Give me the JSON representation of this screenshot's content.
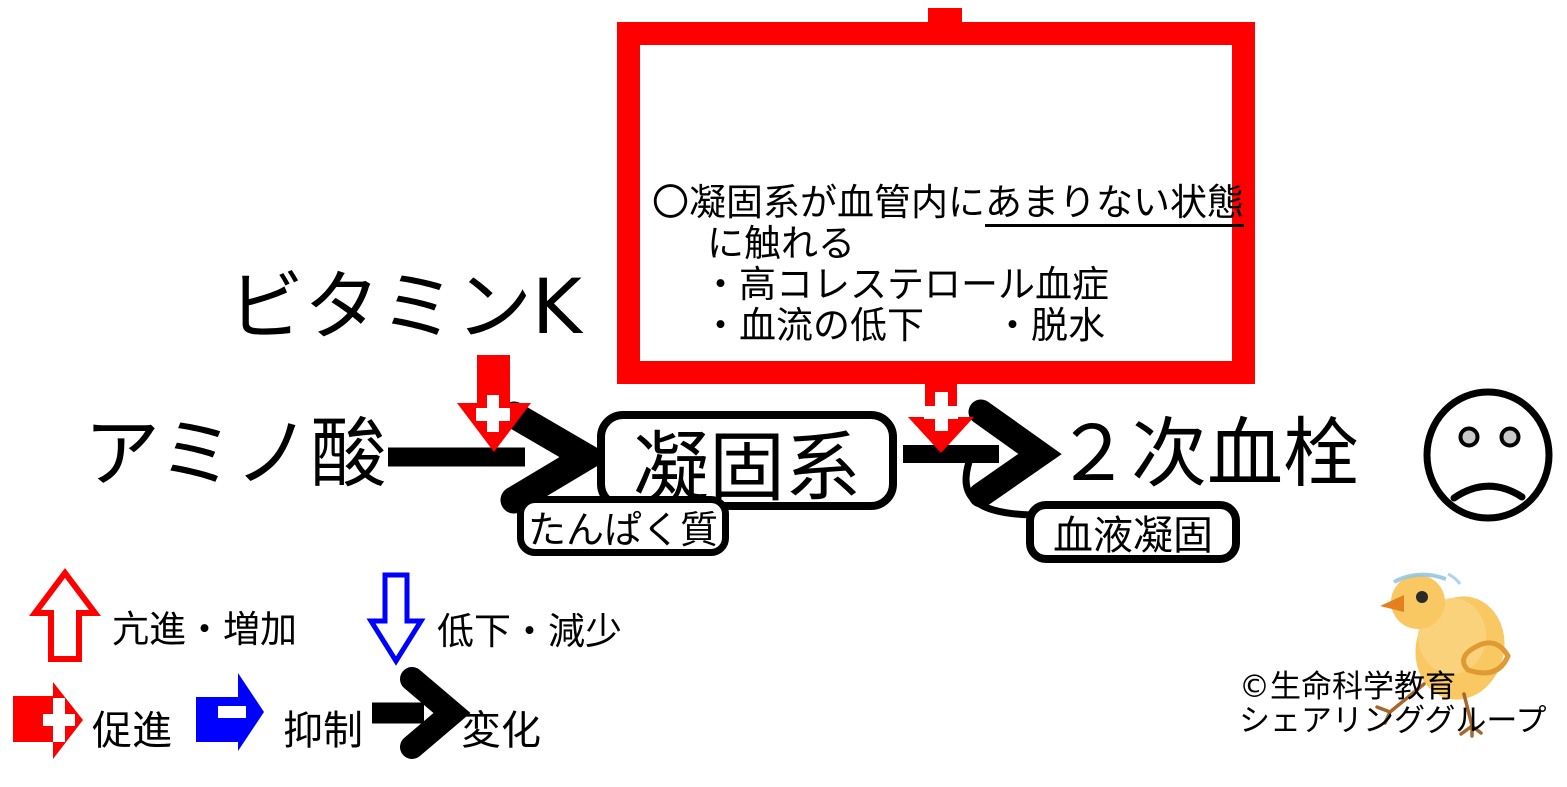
{
  "colors": {
    "accent_red": "#fe0000",
    "accent_blue": "#0000fe",
    "ink_black": "#000000",
    "eye_gray": "#c9c9c9"
  },
  "note_box": {
    "line1_normal": "〇凝固系が血管内に",
    "line1_underlined": "あまりない状態",
    "line2": "に触れる",
    "line3": "・高コレステロール血症",
    "line4_left": "・血流の低下",
    "line4_right": "・脱水"
  },
  "flow": {
    "vitamin_k": "ビタミンK",
    "amino_acid": "アミノ酸",
    "coagulation_system": "凝固系",
    "protein": "たんぱく質",
    "secondary_thrombus": "２次血栓",
    "blood_coagulation": "血液凝固"
  },
  "legend": {
    "increase_label": "亢進・増加",
    "decrease_label": "低下・減少",
    "promote_label": "促進",
    "inhibit_label": "抑制",
    "change_label": "変化"
  },
  "credit": {
    "line1": "©生命科学教育",
    "line2": "シェアリンググループ"
  },
  "icons": {
    "promote_plus": "plus-icon",
    "inhibit_minus": "minus-icon",
    "sad_face": "sad-face-icon",
    "chick": "chick-illustration"
  }
}
